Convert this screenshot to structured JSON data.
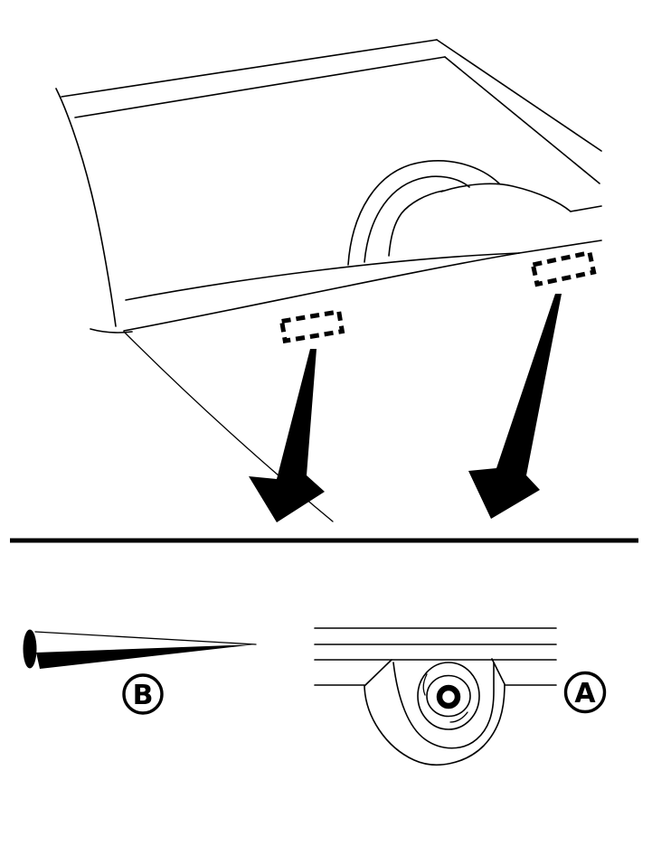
{
  "figure": {
    "kind": "technical-illustration",
    "background_color": "#ffffff",
    "line_color": "#000000"
  },
  "callouts": {
    "a": {
      "label": "A"
    },
    "b": {
      "label": "B"
    }
  }
}
